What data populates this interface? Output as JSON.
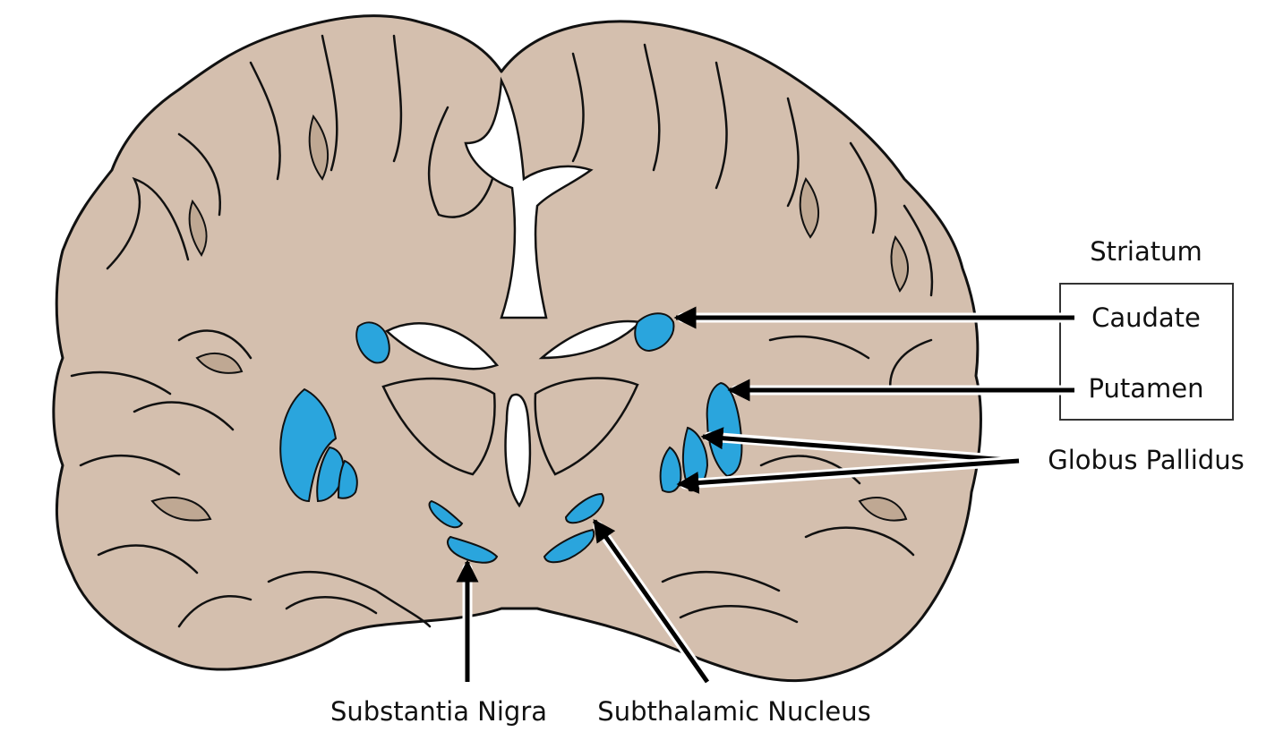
{
  "title": "",
  "labels": {
    "striatum": "Striatum",
    "caudate": "Caudate",
    "putamen": "Putamen",
    "globus_pallidus": "Globus Pallidus",
    "substantia_nigra": "Substantia Nigra",
    "subthalamic_nucleus": "Subthalamic Nucleus"
  },
  "colors": {
    "tissue": "#d4bfae",
    "tissue_dark": "#bfa893",
    "outline": "#111111",
    "highlight": "#2aa5dd",
    "ventricle": "#ffffff"
  }
}
